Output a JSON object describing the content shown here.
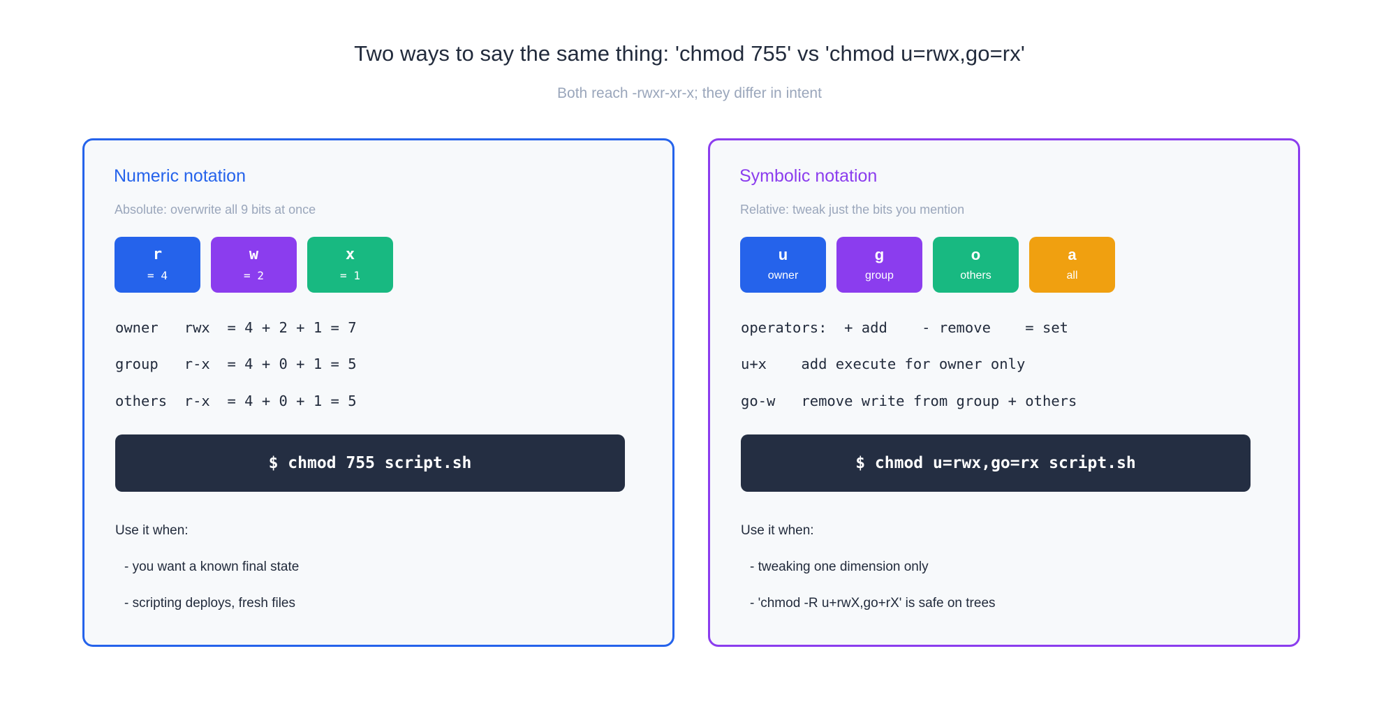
{
  "header": {
    "title": "Two ways to say the same thing: 'chmod 755' vs 'chmod u=rwx,go=rx'",
    "subtitle": "Both reach -rwxr-xr-x; they differ in intent"
  },
  "colors": {
    "blue": "#2563eb",
    "purple": "#8b3dee",
    "green": "#18b981",
    "orange": "#f0a010",
    "terminal_bg": "#242e42",
    "card_bg": "#f7f9fb",
    "muted_text": "#9aa6bb",
    "body_text": "#222b3c"
  },
  "panels": [
    {
      "id": "numeric",
      "title": "Numeric notation",
      "subtitle": "Absolute: overwrite all 9 bits at once",
      "accent": "#2563eb",
      "chips": [
        {
          "key": "r",
          "value": "= 4",
          "color": "#2563eb"
        },
        {
          "key": "w",
          "value": "= 2",
          "color": "#8b3dee"
        },
        {
          "key": "x",
          "value": "= 1",
          "color": "#18b981"
        }
      ],
      "rows": [
        "owner   rwx  = 4 + 2 + 1 = 7",
        "group   r-x  = 4 + 0 + 1 = 5",
        "others  r-x  = 4 + 0 + 1 = 5"
      ],
      "command": "$ chmod 755 script.sh",
      "uses_title": "Use it when:",
      "uses": [
        "- you want a known final state",
        "- scripting deploys, fresh files"
      ]
    },
    {
      "id": "symbolic",
      "title": "Symbolic notation",
      "subtitle": "Relative: tweak just the bits you mention",
      "accent": "#8b3dee",
      "chips": [
        {
          "key": "u",
          "value": "owner",
          "color": "#2563eb"
        },
        {
          "key": "g",
          "value": "group",
          "color": "#8b3dee"
        },
        {
          "key": "o",
          "value": "others",
          "color": "#18b981"
        },
        {
          "key": "a",
          "value": "all",
          "color": "#f0a010"
        }
      ],
      "rows": [
        "operators:  + add    - remove    = set",
        "u+x    add execute for owner only",
        "go-w   remove write from group + others"
      ],
      "command": "$ chmod u=rwx,go=rx script.sh",
      "uses_title": "Use it when:",
      "uses": [
        "- tweaking one dimension only",
        "- 'chmod -R u+rwX,go+rX' is safe on trees"
      ]
    }
  ]
}
